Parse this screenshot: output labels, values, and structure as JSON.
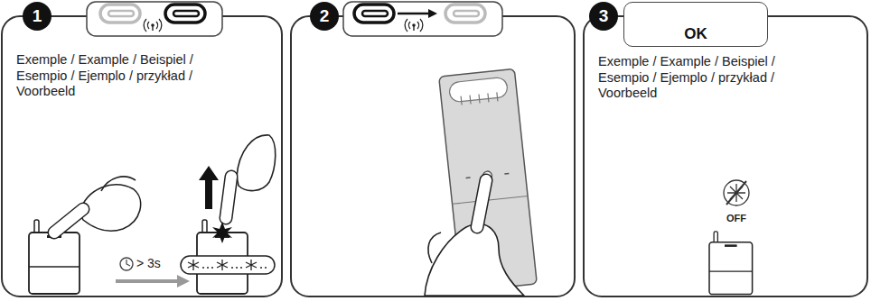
{
  "diagram": {
    "nodes": [
      {
        "text": [
          "Exemple / Example / Beispiel / Esempio / Ejemplo / przykład / Voorbeeld"
        ]
      },
      {
        "text": [
          "1"
        ],
        "in": 0
      },
      {
        "text": []
      },
      {
        "text": [
          "2"
        ],
        "in": 2
      },
      {
        "text": [
          "Exemple / Example / Beispiel / Esempio / Ejemplo / przykład / Voorbeeld"
        ]
      },
      {
        "text": [
          "3"
        ],
        "in": 4
      },
      {
        "text": [
          "OK"
        ],
        "in": 4
      }
    ],
    "labels": [
      "> 3s",
      "OFF"
    ]
  }
}
